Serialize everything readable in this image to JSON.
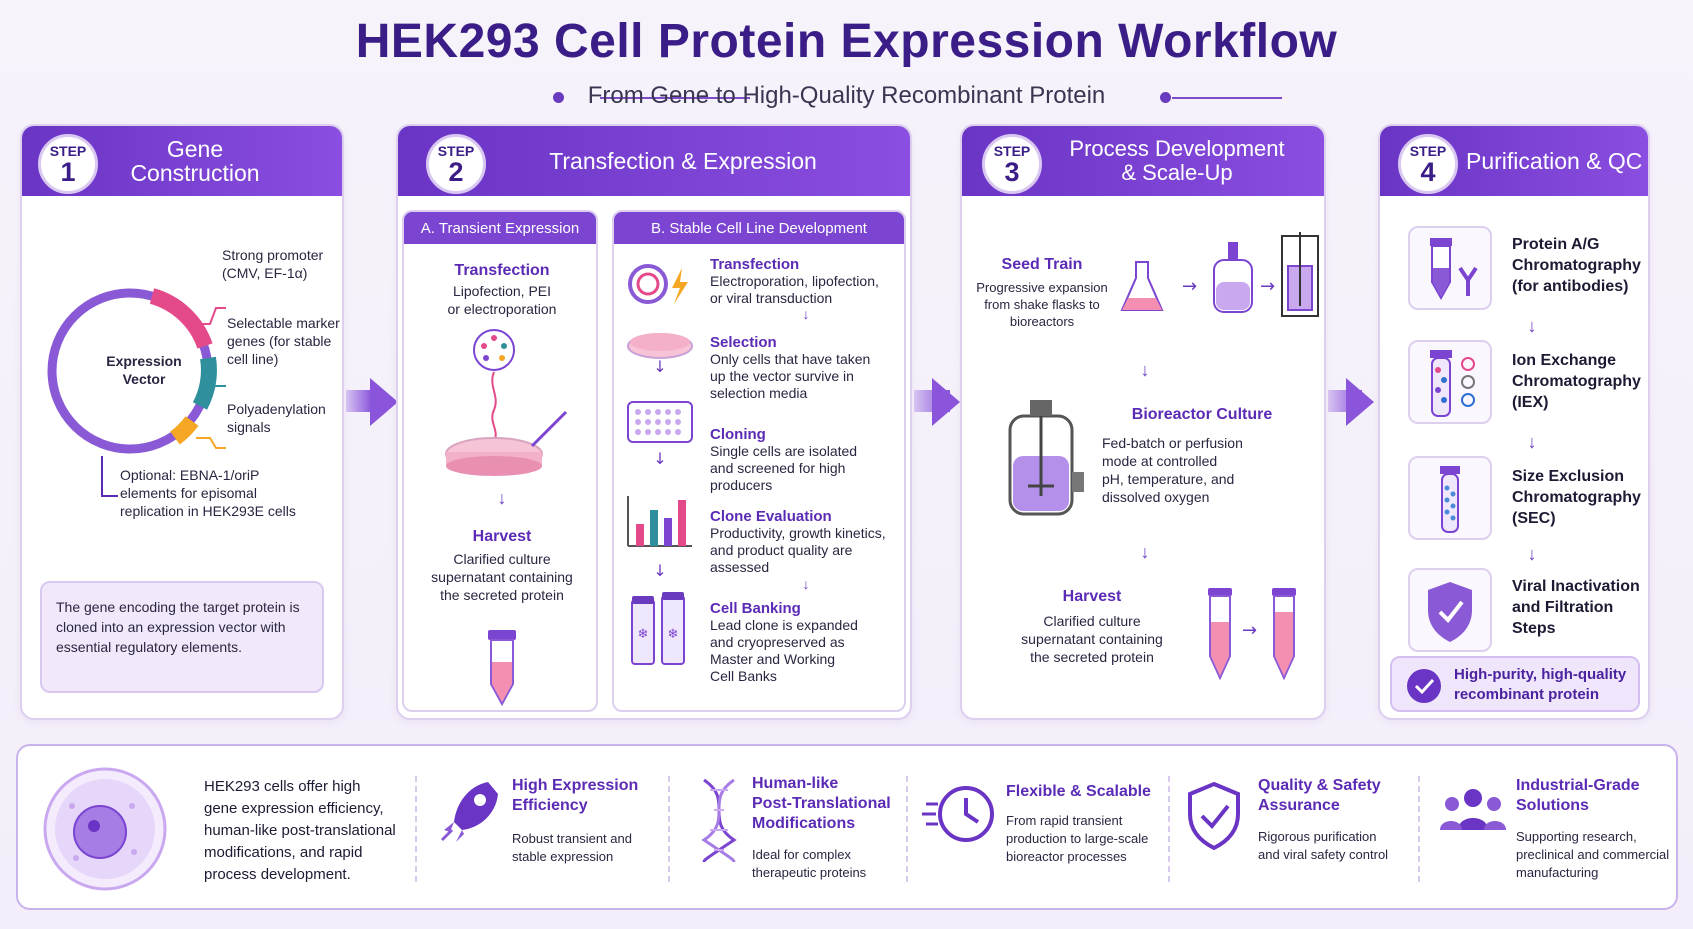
{
  "title": "HEK293 Cell Protein Expression Workflow",
  "subtitle": "From Gene to High-Quality Recombinant Protein",
  "colors": {
    "brand": "#3b1d87",
    "accent": "#7b44d1",
    "pink": "#e44a8a",
    "teal": "#2f8f9d",
    "orange": "#f5a623"
  },
  "step_label": "STEP",
  "steps": [
    {
      "number": "1",
      "title": "Gene Construction",
      "vector_label": "Expression\nVector",
      "annotations": [
        "Strong promoter\n(CMV, EF-1α)",
        "Selectable marker\ngenes (for stable\ncell line)",
        "Polyadenylation\nsignals",
        "Optional: EBNA-1/oriP\nelements for episomal\nreplication in HEK293E cells"
      ],
      "note": "The gene encoding the target protein is cloned into an expression vector with essential regulatory elements."
    },
    {
      "number": "2",
      "title": "Transfection & Expression",
      "transient": {
        "header": "A. Transient Expression",
        "transfection_title": "Transfection",
        "transfection_text": "Lipofection, PEI\nor electroporation",
        "harvest_title": "Harvest",
        "harvest_text": "Clarified culture\nsupernatant containing\nthe secreted protein"
      },
      "stable": {
        "header": "B. Stable Cell Line Development",
        "items": [
          {
            "title": "Transfection",
            "text": "Electroporation, lipofection,\nor viral transduction"
          },
          {
            "title": "Selection",
            "text": "Only cells that have taken\nup the vector survive in\nselection media"
          },
          {
            "title": "Cloning",
            "text": "Single cells are isolated\nand screened for high\nproducers"
          },
          {
            "title": "Clone Evaluation",
            "text": "Productivity, growth kinetics,\nand product quality are\nassessed"
          },
          {
            "title": "Cell Banking",
            "text": "Lead clone is expanded\nand cryopreserved as\nMaster and Working\nCell Banks"
          }
        ]
      }
    },
    {
      "number": "3",
      "title": "Process Development\n& Scale-Up",
      "seed_title": "Seed Train",
      "seed_text": "Progressive expansion\nfrom shake flasks to\nbioreactors",
      "bioreactor_title": "Bioreactor Culture",
      "bioreactor_text": "Fed-batch or perfusion\nmode at controlled\npH, temperature, and\ndissolved oxygen",
      "harvest_title": "Harvest",
      "harvest_text": "Clarified culture\nsupernatant containing\nthe secreted protein"
    },
    {
      "number": "4",
      "title": "Purification & QC",
      "qc_steps": [
        {
          "text": "Protein A/G\nChromatography\n(for antibodies)",
          "icon": "affinity-tube-icon"
        },
        {
          "text": "Ion Exchange\nChromatography\n(IEX)",
          "icon": "ion-exchange-tube-icon"
        },
        {
          "text": "Size Exclusion\nChromatography\n(SEC)",
          "icon": "sec-column-icon"
        },
        {
          "text": "Viral Inactivation\nand Filtration\nSteps",
          "icon": "shield-check-icon"
        }
      ],
      "result": "High-purity, high-quality\nrecombinant protein"
    }
  ],
  "features": {
    "intro": "HEK293 cells offer high\ngene expression efficiency,\nhuman-like post-translational\nmodifications, and rapid\nprocess development.",
    "items": [
      {
        "title": "High Expression\nEfficiency",
        "text": "Robust transient and\nstable expression",
        "icon": "rocket-icon"
      },
      {
        "title": "Human-like\nPost-Translational\nModifications",
        "text": "Ideal for complex\ntherapeutic proteins",
        "icon": "dna-icon"
      },
      {
        "title": "Flexible & Scalable",
        "text": "From rapid transient\nproduction to large-scale\nbioreactor processes",
        "icon": "clock-icon"
      },
      {
        "title": "Quality & Safety\nAssurance",
        "text": "Rigorous purification\nand viral safety control",
        "icon": "shield-icon"
      },
      {
        "title": "Industrial-Grade\nSolutions",
        "text": "Supporting research,\npreclinical and commercial\nmanufacturing",
        "icon": "people-icon"
      }
    ]
  }
}
